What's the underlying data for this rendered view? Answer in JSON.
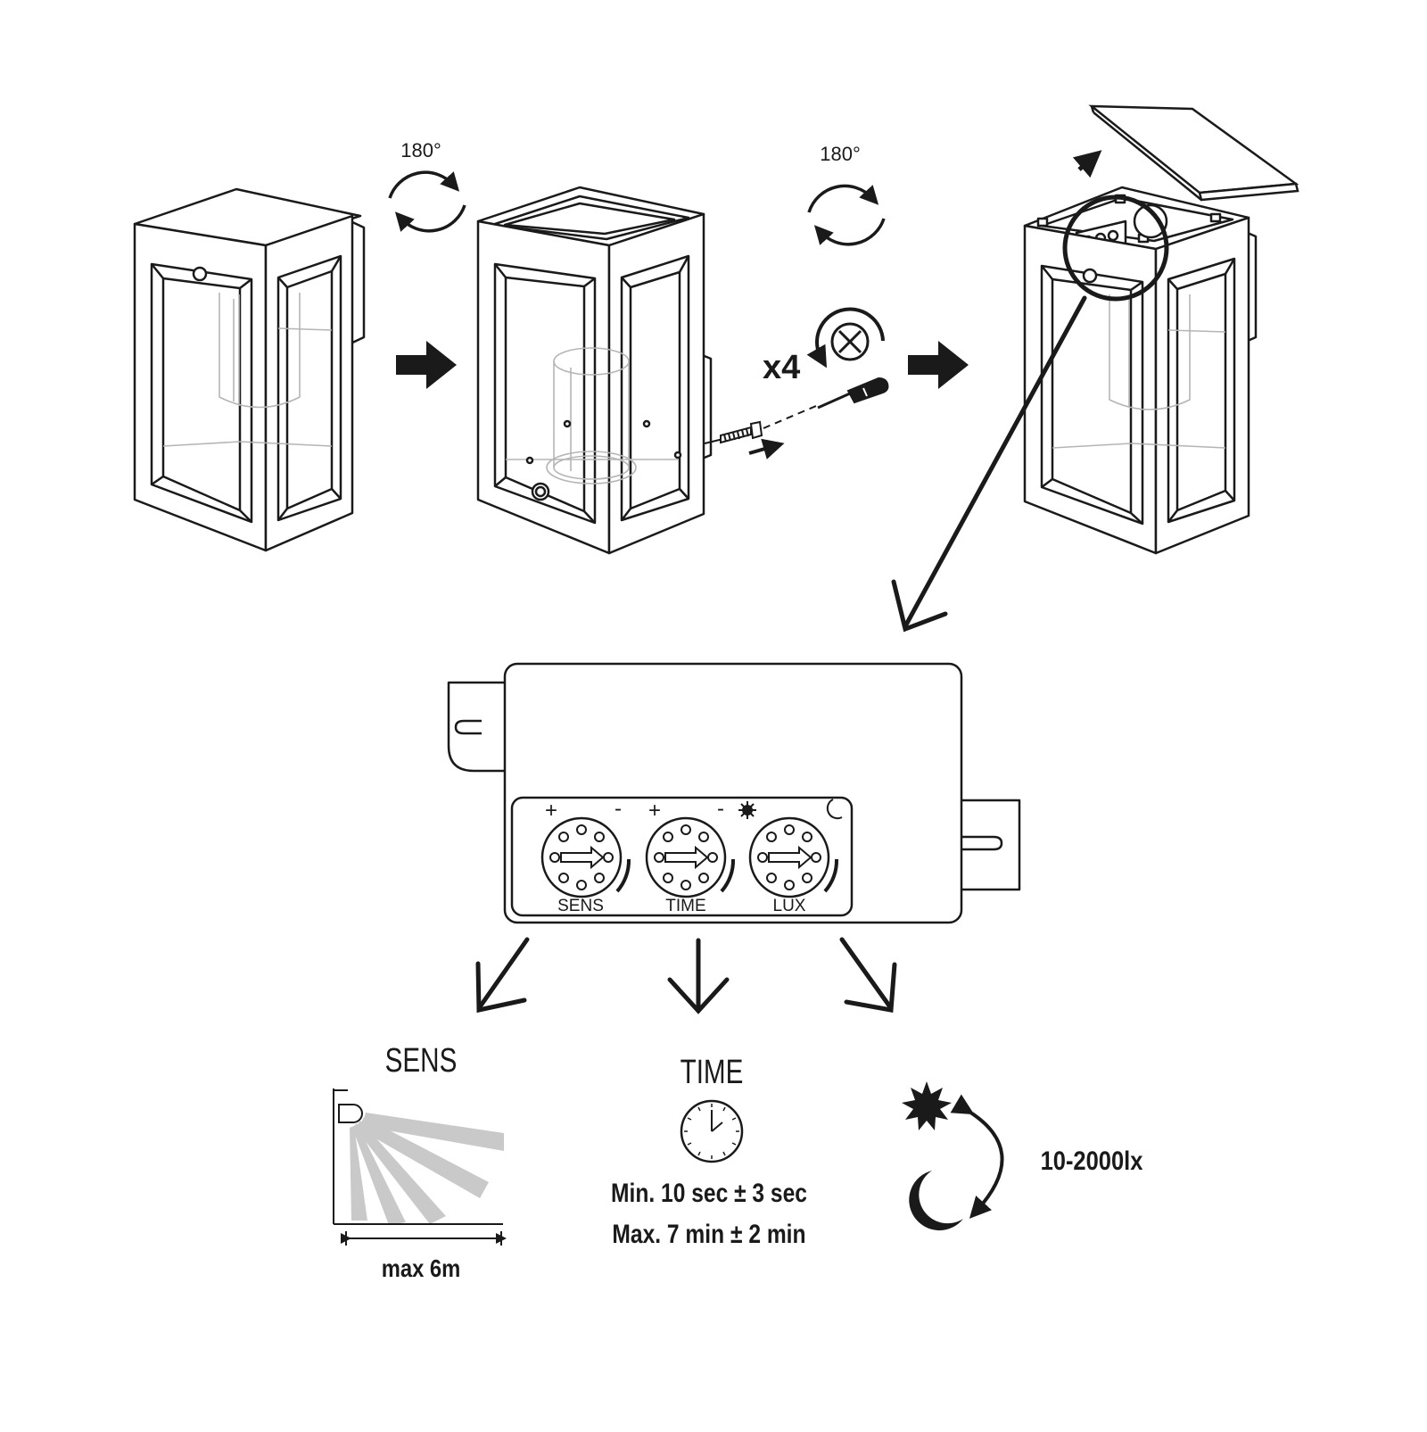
{
  "step_rotate_1": "180°",
  "step_rotate_2": "180°",
  "screw_count": "x4",
  "dials": [
    {
      "label": "SENS",
      "plus": "+",
      "minus": "-"
    },
    {
      "label": "TIME",
      "plus": "+",
      "minus": "-"
    },
    {
      "label": "LUX"
    }
  ],
  "sens": {
    "title": "SENS",
    "range": "max 6m"
  },
  "time": {
    "title": "TIME",
    "min_text": "Min. 10 sec ± 3 sec",
    "max_text": "Max. 7 min ± 2 min"
  },
  "lux": {
    "range": "10-2000lx"
  },
  "colors": {
    "ink": "#1a1a1a",
    "beam": "#c9c9c9",
    "light_line": "#b5b5b5"
  }
}
